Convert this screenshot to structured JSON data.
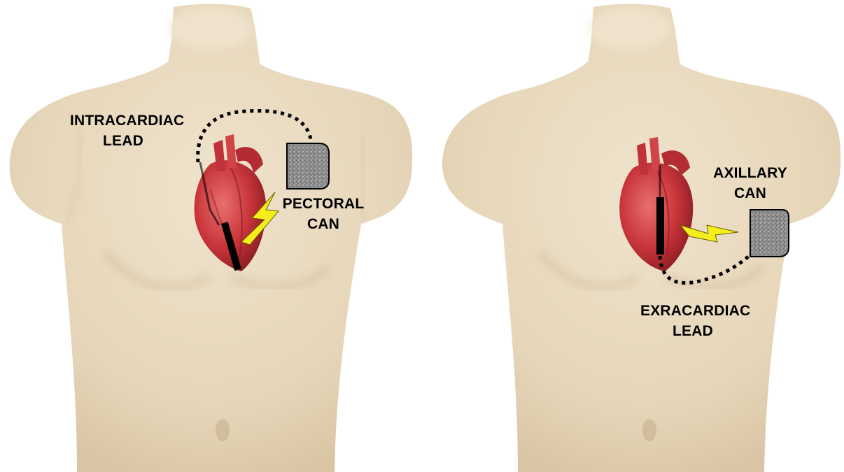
{
  "panels": [
    {
      "lead_label": [
        "INTRACARDIAC",
        "LEAD"
      ],
      "can_label": [
        "PECTORAL",
        "CAN"
      ]
    },
    {
      "lead_label": [
        "EXRACARDIAC",
        "LEAD"
      ],
      "can_label": [
        "AXILLARY",
        "CAN"
      ]
    }
  ],
  "colors": {
    "skin": "#eadcc3",
    "skin_shadow": "#d2bea0",
    "heart": "#c8343a",
    "heart_dark": "#8e1c22",
    "lead": "#000000",
    "can": "#8a8a8a",
    "bolt": "#f4ee1c"
  },
  "icons": [
    "torso-icon",
    "heart-icon",
    "lightning-bolt-icon",
    "device-can-icon"
  ]
}
